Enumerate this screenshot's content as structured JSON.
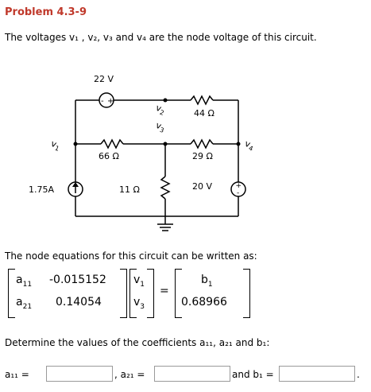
{
  "problem": {
    "title": "Problem 4.3-9",
    "intro": "The voltages v₁ , v₂, v₃ and v₄ are the node voltage of this circuit."
  },
  "circuit": {
    "source_top": "22  V",
    "r_top": "44 Ω",
    "r_mid_left": "66  Ω",
    "r_mid_right": "29  Ω",
    "r_bottom_mid": "11 Ω",
    "current_source": "1.75A",
    "v_source_right": "20  V",
    "node_v1": "v",
    "node_v1_sub": "1",
    "node_v2": "v",
    "node_v2_sub": "2",
    "node_v3": "v",
    "node_v3_sub": "3",
    "node_v4": "v",
    "node_v4_sub": "4"
  },
  "equations": {
    "label": "The node equations for this circuit can be written as:",
    "a11": "a",
    "a11_sub": "11",
    "a12": "-0.015152",
    "a21": "a",
    "a21_sub": "21",
    "a22": "0.14054",
    "x1": "v",
    "x1_sub": "1",
    "x2": "v",
    "x2_sub": "3",
    "equals": "=",
    "b1": "b",
    "b1_sub": "1",
    "b2": "0.68966"
  },
  "question": {
    "text": "Determine the values of the coefficients a₁₁, a₂₁ and b₁:"
  },
  "answers": {
    "a11_label": "a₁₁  =",
    "a11_value": "",
    "sep": ", a₂₁  =",
    "a21_value": "",
    "b1_label": "and b₁  =",
    "b1_value": "",
    "end": "."
  }
}
